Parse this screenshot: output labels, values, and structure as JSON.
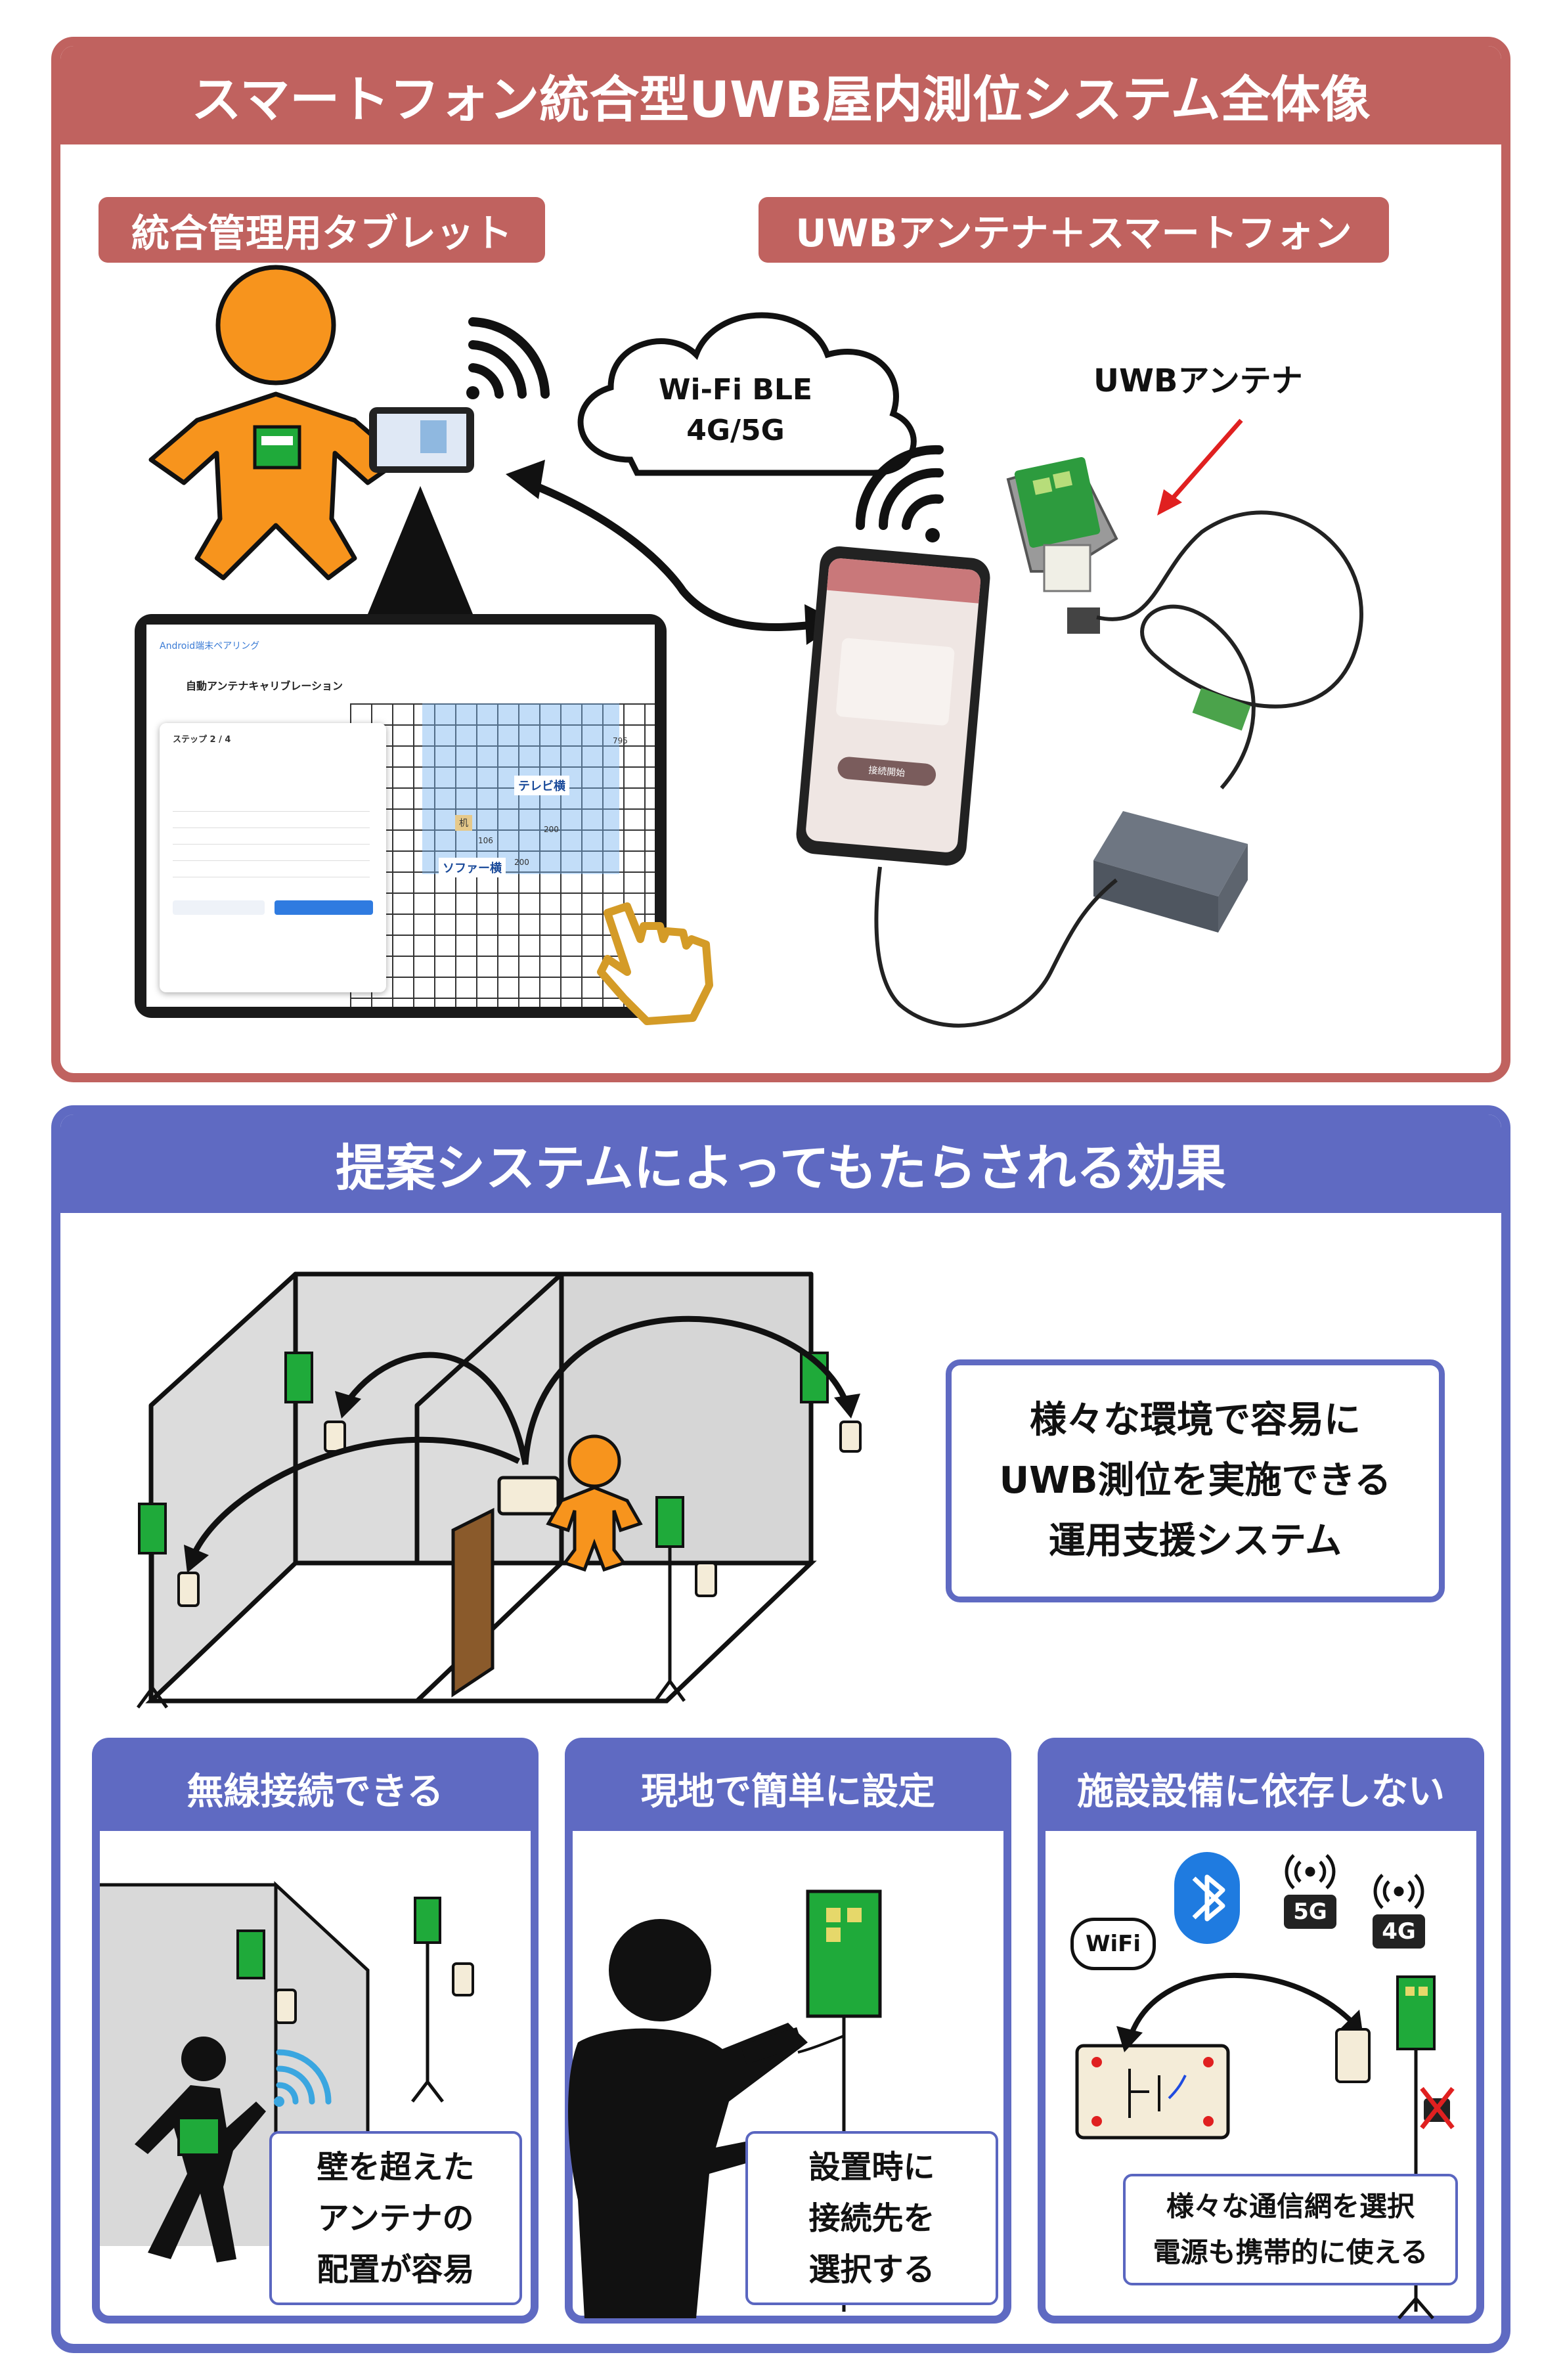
{
  "top": {
    "title": "スマートフォン統合型UWB屋内測位システム全体像",
    "tablet_tag": "統合管理用タブレット",
    "phone_tag": "UWBアンテナ＋スマートフォン",
    "antenna_label": "UWBアンテナ",
    "cloud_line1": "Wi-Fi BLE",
    "cloud_line2": "4G/5G",
    "screen": {
      "back_link": "Android端末ペアリング",
      "header_title": "自動アンテナキャリブレーション",
      "step": "ステップ 2 / 4",
      "label_tv": "テレビ横",
      "label_sofa": "ソファー横",
      "label_desk": "机",
      "measure_1": "795",
      "measure_2": "200",
      "measure_3": "106",
      "measure_4": "200"
    },
    "phone_screen_button": "接続開始"
  },
  "bottom": {
    "title": "提案システムによってもたらされる効果",
    "summary_lines": [
      "様々な環境で容易に",
      "UWB測位を実施できる",
      "運用支援システム"
    ],
    "cards": [
      {
        "title": "無線接続できる",
        "callout_lines": [
          "壁を超えた",
          "アンテナの",
          "配置が容易"
        ]
      },
      {
        "title": "現地で簡単に設定",
        "callout_lines": [
          "設置時に",
          "接続先を",
          "選択する"
        ]
      },
      {
        "title": "施設設備に依存しない",
        "callout_lines": [
          "様々な通信網を選択",
          "電源も携帯的に使える"
        ]
      }
    ],
    "icons": {
      "wifi_text": "WiFi",
      "g5": "5G",
      "g4": "4G"
    }
  },
  "colors": {
    "top_accent": "#c0625f",
    "bottom_accent": "#5f6ac2",
    "antenna_green": "#1faa3a",
    "person_orange": "#f7941d"
  }
}
